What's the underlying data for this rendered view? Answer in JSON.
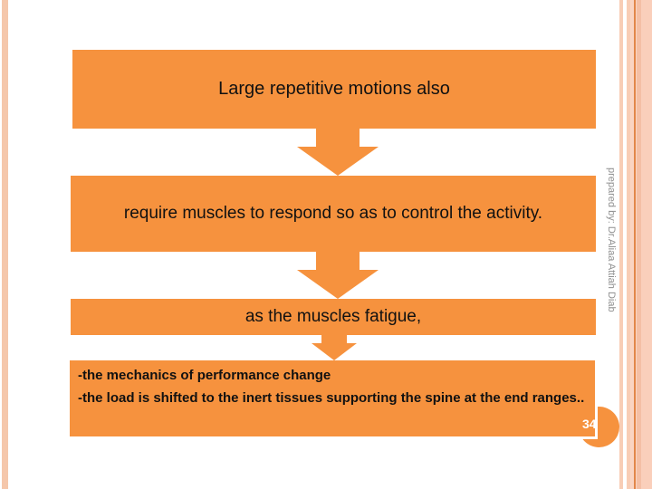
{
  "slide": {
    "boxes": {
      "title": "Large repetitive motions also",
      "step2": "require muscles to respond so as to control the activity.",
      "step3": "as the muscles fatigue,",
      "step4": {
        "line1": "-the mechanics of performance change",
        "line2": "-the load is shifted to the inert tissues supporting the spine at the end ranges.."
      }
    },
    "credit": "prepared by: Dr.Aliaa Attiah Diab",
    "page_number": "34"
  },
  "icons": {
    "flow_arrow": "down-arrow"
  },
  "colors": {
    "accent_orange": "#f6923e",
    "edge_stripe_peach": "#f8cdb5",
    "edge_fill_peach": "#fad4c2",
    "edge_dark_line": "#e2874a",
    "credit_gray": "#8f8f8f",
    "box_text": "#111111",
    "page_number_text": "#ffffff"
  }
}
